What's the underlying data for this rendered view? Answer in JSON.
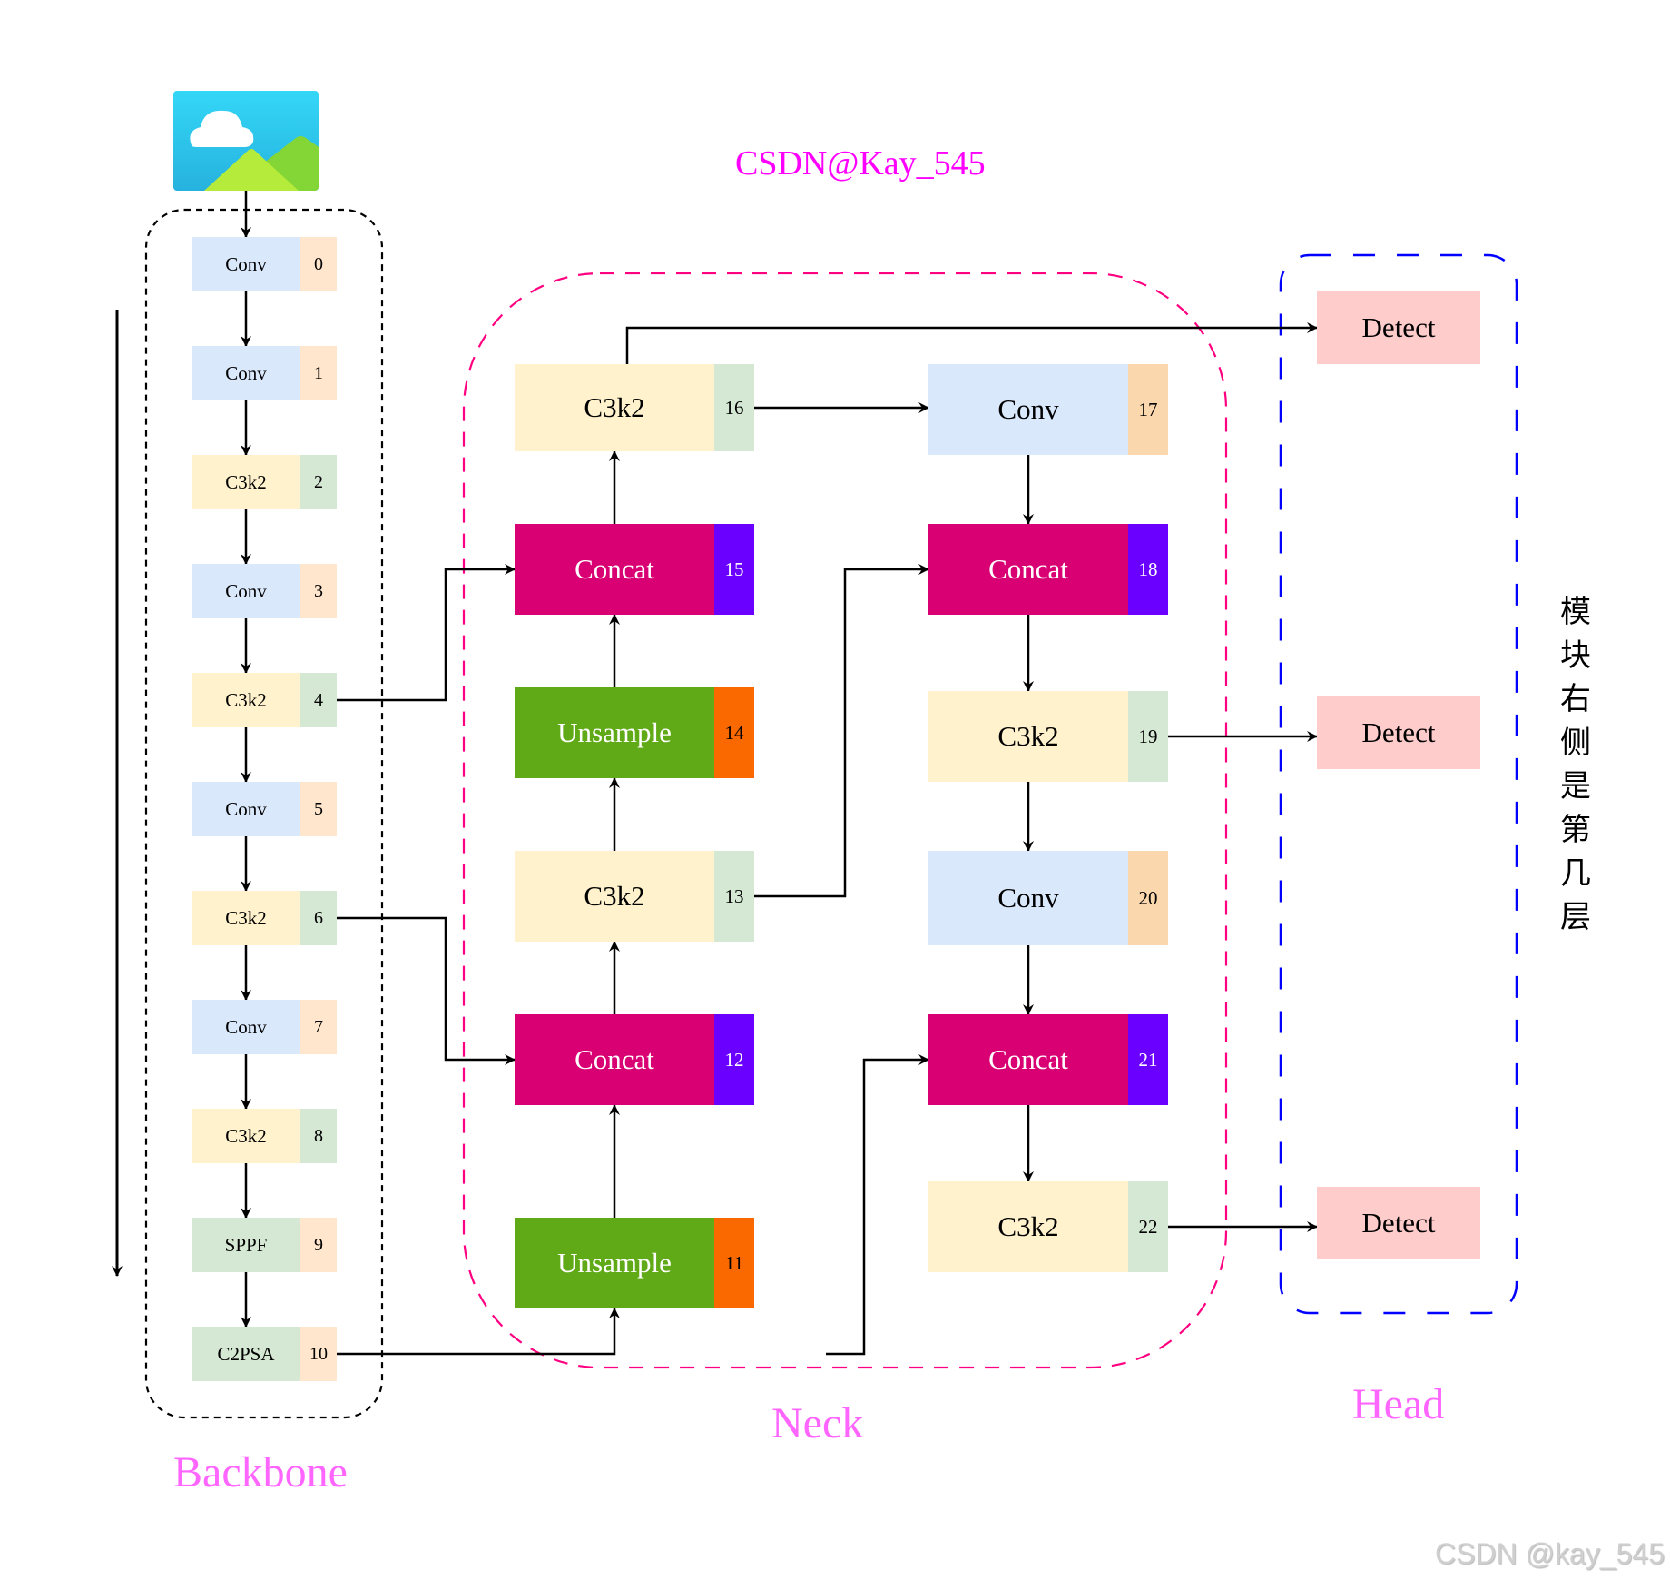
{
  "title_credit": "CSDN@Kay_545",
  "watermark": "CSDN @kay_545",
  "input_image": {
    "icon": "image-icon",
    "colors": {
      "sky": "#33D6F5",
      "hill_front": "#B5EB3A",
      "hill_back": "#84D637",
      "cloud": "#FFFFFF"
    }
  },
  "colors": {
    "conv_main": "#DAE8FC",
    "conv_badge_backbone": "#FFE6CC",
    "conv_badge_neck": "#FAD7AC",
    "c3k2_main": "#FFF2CC",
    "c3k2_badge": "#D5E8D4",
    "sppf_main": "#D5E8D4",
    "c2psa_main": "#D5E8D4",
    "concat_main": "#D80073",
    "concat_badge": "#6A00FF",
    "upsample_main": "#60A917",
    "upsample_badge": "#FA6800",
    "detect": "#FFCCCC",
    "backbone_border": "#000000",
    "neck_border": "#FF0080",
    "head_border": "#0000FF",
    "section_label": "#FF66FF",
    "credit": "#FF00FF"
  },
  "backbone": {
    "label": "Backbone",
    "layers": [
      {
        "name": "Conv",
        "index": "0"
      },
      {
        "name": "Conv",
        "index": "1"
      },
      {
        "name": "C3k2",
        "index": "2"
      },
      {
        "name": "Conv",
        "index": "3"
      },
      {
        "name": "C3k2",
        "index": "4"
      },
      {
        "name": "Conv",
        "index": "5"
      },
      {
        "name": "C3k2",
        "index": "6"
      },
      {
        "name": "Conv",
        "index": "7"
      },
      {
        "name": "C3k2",
        "index": "8"
      },
      {
        "name": "SPPF",
        "index": "9"
      },
      {
        "name": "C2PSA",
        "index": "10"
      }
    ]
  },
  "neck": {
    "label": "Neck",
    "layers": [
      {
        "name": "Unsample",
        "index": "11"
      },
      {
        "name": "Concat",
        "index": "12"
      },
      {
        "name": "C3k2",
        "index": "13"
      },
      {
        "name": "Unsample",
        "index": "14"
      },
      {
        "name": "Concat",
        "index": "15"
      },
      {
        "name": "C3k2",
        "index": "16"
      },
      {
        "name": "Conv",
        "index": "17"
      },
      {
        "name": "Concat",
        "index": "18"
      },
      {
        "name": "C3k2",
        "index": "19"
      },
      {
        "name": "Conv",
        "index": "20"
      },
      {
        "name": "Concat",
        "index": "21"
      },
      {
        "name": "C3k2",
        "index": "22"
      }
    ]
  },
  "head": {
    "label": "Head",
    "detectors": [
      {
        "name": "Detect",
        "source": "16"
      },
      {
        "name": "Detect",
        "source": "19"
      },
      {
        "name": "Detect",
        "source": "22"
      }
    ]
  },
  "side_note": [
    "模",
    "块",
    "右",
    "侧",
    "是",
    "第",
    "几",
    "层"
  ],
  "connections": [
    [
      "0",
      "1"
    ],
    [
      "1",
      "2"
    ],
    [
      "2",
      "3"
    ],
    [
      "3",
      "4"
    ],
    [
      "4",
      "5"
    ],
    [
      "5",
      "6"
    ],
    [
      "6",
      "7"
    ],
    [
      "7",
      "8"
    ],
    [
      "8",
      "9"
    ],
    [
      "9",
      "10"
    ],
    [
      "10",
      "11"
    ],
    [
      "11",
      "12"
    ],
    [
      "6",
      "12"
    ],
    [
      "12",
      "13"
    ],
    [
      "13",
      "14"
    ],
    [
      "14",
      "15"
    ],
    [
      "4",
      "15"
    ],
    [
      "15",
      "16"
    ],
    [
      "16",
      "17"
    ],
    [
      "17",
      "18"
    ],
    [
      "13",
      "18"
    ],
    [
      "18",
      "19"
    ],
    [
      "19",
      "20"
    ],
    [
      "20",
      "21"
    ],
    [
      "10",
      "21"
    ],
    [
      "21",
      "22"
    ],
    [
      "16",
      "detect-1"
    ],
    [
      "19",
      "detect-2"
    ],
    [
      "22",
      "detect-3"
    ]
  ]
}
